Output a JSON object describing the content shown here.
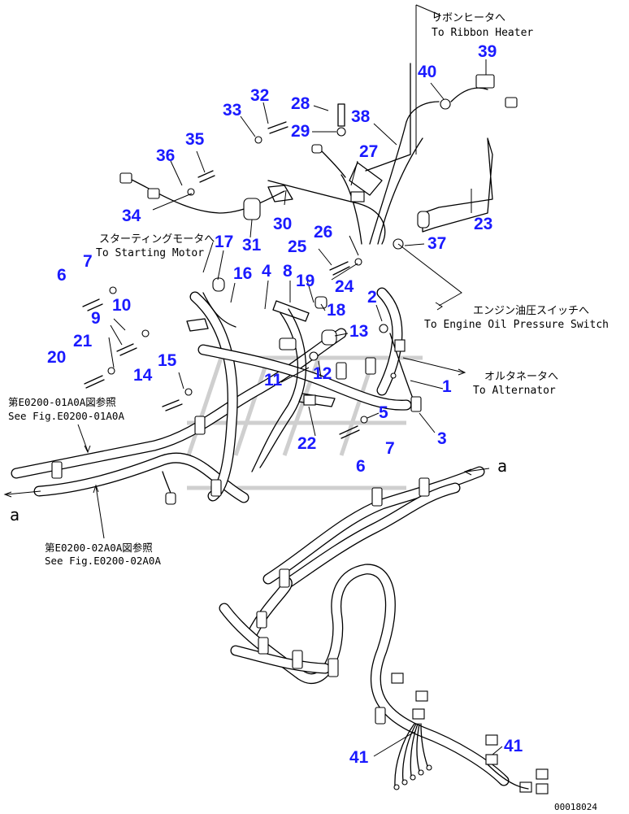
{
  "notes": {
    "ribbon_jp": "リボンヒータへ",
    "ribbon_en": "To Ribbon Heater",
    "starting_jp": "スターティングモータへ",
    "starting_en": "To Starting Motor",
    "oil_jp": "エンジン油圧スイッチへ",
    "oil_en": "To Engine Oil Pressure Switch",
    "alt_jp": "オルタネータへ",
    "alt_en": "To Alternator"
  },
  "refs": {
    "fig1_jp": "第E0200-01A0A図参照",
    "fig1_en": "See Fig.E0200-01A0A",
    "fig2_jp": "第E0200-02A0A図参照",
    "fig2_en": "See Fig.E0200-02A0A"
  },
  "continuation": {
    "right": "a",
    "left": "a"
  },
  "drawing_code": "00018024",
  "callouts": {
    "c1": "1",
    "c2": "2",
    "c3": "3",
    "c4": "4",
    "c5": "5",
    "c6a": "6",
    "c6b": "6",
    "c7a": "7",
    "c7b": "7",
    "c8": "8",
    "c9": "9",
    "c10": "10",
    "c11": "11",
    "c12": "12",
    "c13": "13",
    "c14": "14",
    "c15": "15",
    "c16": "16",
    "c17": "17",
    "c18": "18",
    "c19": "19",
    "c20": "20",
    "c21": "21",
    "c22": "22",
    "c23": "23",
    "c24": "24",
    "c25": "25",
    "c26": "26",
    "c27": "27",
    "c28": "28",
    "c29": "29",
    "c30": "30",
    "c31": "31",
    "c32": "32",
    "c33": "33",
    "c34": "34",
    "c35": "35",
    "c36": "36",
    "c37": "37",
    "c38": "38",
    "c39": "39",
    "c40": "40",
    "c41a": "41",
    "c41b": "41"
  },
  "colors": {
    "callout": "#1a1aff",
    "line": "#000000",
    "watermark": "#cfcfcf"
  }
}
